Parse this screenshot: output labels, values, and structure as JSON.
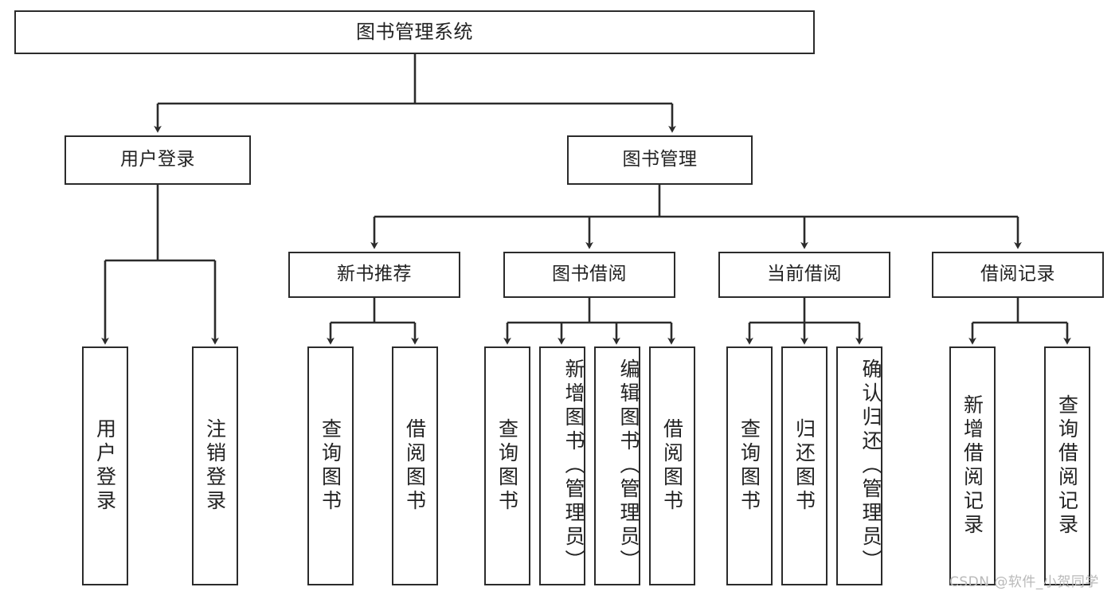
{
  "diagram": {
    "type": "tree",
    "title": "图书管理系统",
    "stroke_color": "#2b2b2b",
    "fill_color": "#ffffff",
    "text_color": "#222222",
    "root": {
      "label": "图书管理系统"
    },
    "level2": [
      {
        "id": "user-login",
        "label": "用户登录"
      },
      {
        "id": "book-manage",
        "label": "图书管理"
      }
    ],
    "level3": [
      {
        "id": "new-book-rec",
        "label": "新书推荐"
      },
      {
        "id": "book-borrow",
        "label": "图书借阅"
      },
      {
        "id": "current-borrow",
        "label": "当前借阅"
      },
      {
        "id": "borrow-record",
        "label": "借阅记录"
      }
    ],
    "leaves": {
      "user_login": [
        {
          "id": "leaf-user-login",
          "label": "用户登录"
        },
        {
          "id": "leaf-logout",
          "label": "注销登录"
        }
      ],
      "new_book_rec": [
        {
          "id": "leaf-query-book-1",
          "label": "查询图书"
        },
        {
          "id": "leaf-borrow-book-1",
          "label": "借阅图书"
        }
      ],
      "book_borrow": [
        {
          "id": "leaf-query-book-2",
          "label": "查询图书"
        },
        {
          "id": "leaf-add-book",
          "label": "新增图书（管理员）"
        },
        {
          "id": "leaf-edit-book",
          "label": "编辑图书（管理员）"
        },
        {
          "id": "leaf-borrow-book-2",
          "label": "借阅图书"
        }
      ],
      "current_borrow": [
        {
          "id": "leaf-query-book-3",
          "label": "查询图书"
        },
        {
          "id": "leaf-return-book",
          "label": "归还图书"
        },
        {
          "id": "leaf-confirm-return",
          "label": "确认归还（管理员）"
        }
      ],
      "borrow_record": [
        {
          "id": "leaf-add-record",
          "label": "新增借阅记录"
        },
        {
          "id": "leaf-query-record",
          "label": "查询借阅记录"
        }
      ]
    }
  },
  "watermark": {
    "text": "CSDN @软件_小贺同学",
    "color": "#b9b9b9"
  }
}
